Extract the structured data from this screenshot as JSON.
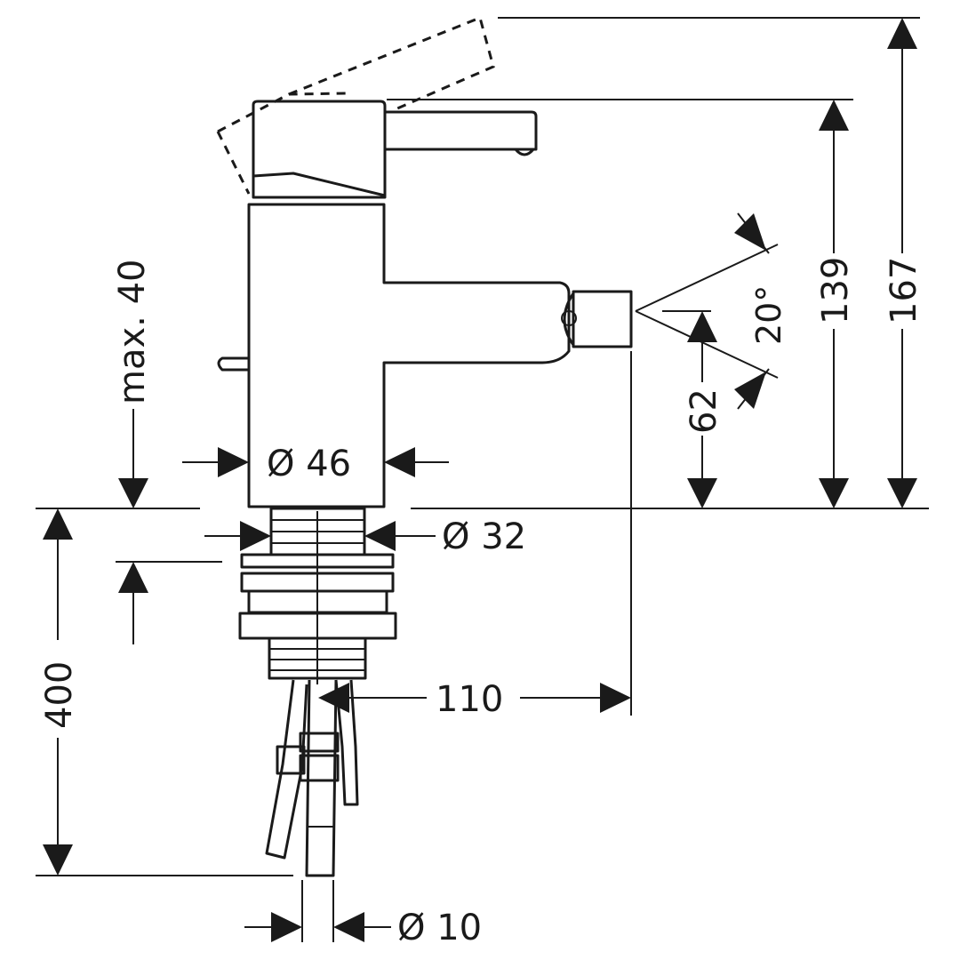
{
  "dimensions": {
    "max_depth": "max. 40",
    "body_diameter": "Ø 46",
    "thread_diameter": "Ø 32",
    "hose_diameter": "Ø 10",
    "spray_angle": "20°",
    "height_139": "139",
    "height_167": "167",
    "height_62": "62",
    "projection_110": "110",
    "hose_length_400": "400"
  },
  "colors": {
    "ink": "#1a1a1a",
    "background": "#ffffff"
  }
}
